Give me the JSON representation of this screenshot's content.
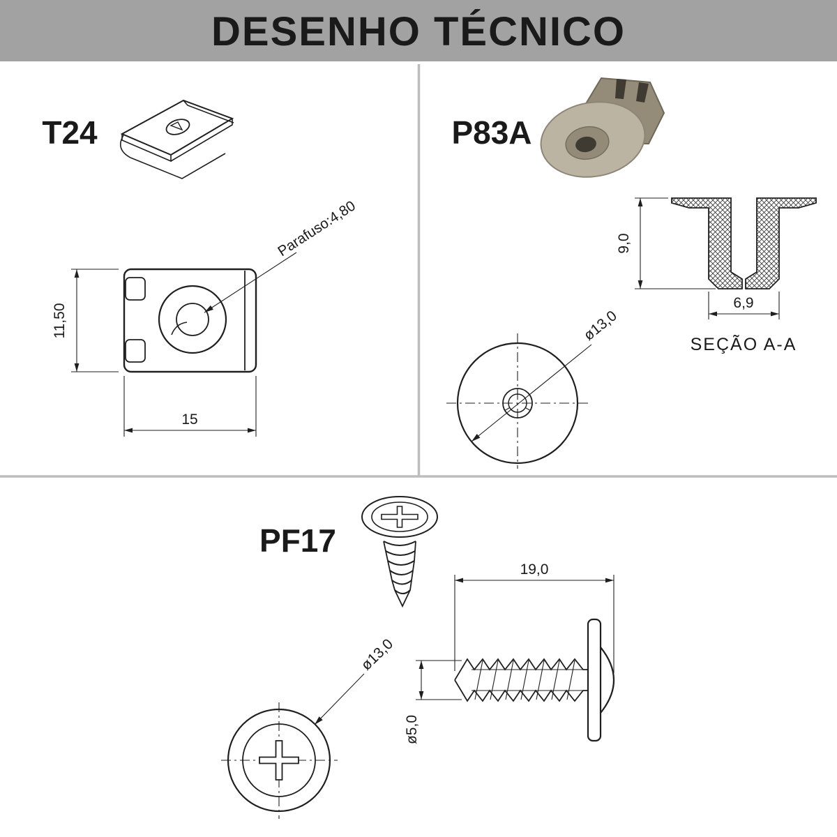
{
  "header": {
    "title": "DESENHO TÉCNICO"
  },
  "colors": {
    "header_bg": "#a2a2a2",
    "divider": "#bdbdbd",
    "line": "#1f1f1f",
    "grommet_flange": "#bcb4a3",
    "grommet_body": "#948c78",
    "grommet_recess": "#938b78",
    "grommet_hole": "#3f3a32"
  },
  "parts": {
    "t24": {
      "label": "T24",
      "dim_height": "11,50",
      "dim_width": "15",
      "screw_note": "Parafuso:4,80"
    },
    "p83a": {
      "label": "P83A",
      "dim_height": "9,0",
      "dim_width": "6,9",
      "section_label": "SEÇÃO A-A",
      "dim_diameter": "ø13,0"
    },
    "pf17": {
      "label": "PF17",
      "dim_length": "19,0",
      "dim_head_diameter": "ø13,0",
      "dim_thread_diameter": "ø5,0"
    }
  }
}
